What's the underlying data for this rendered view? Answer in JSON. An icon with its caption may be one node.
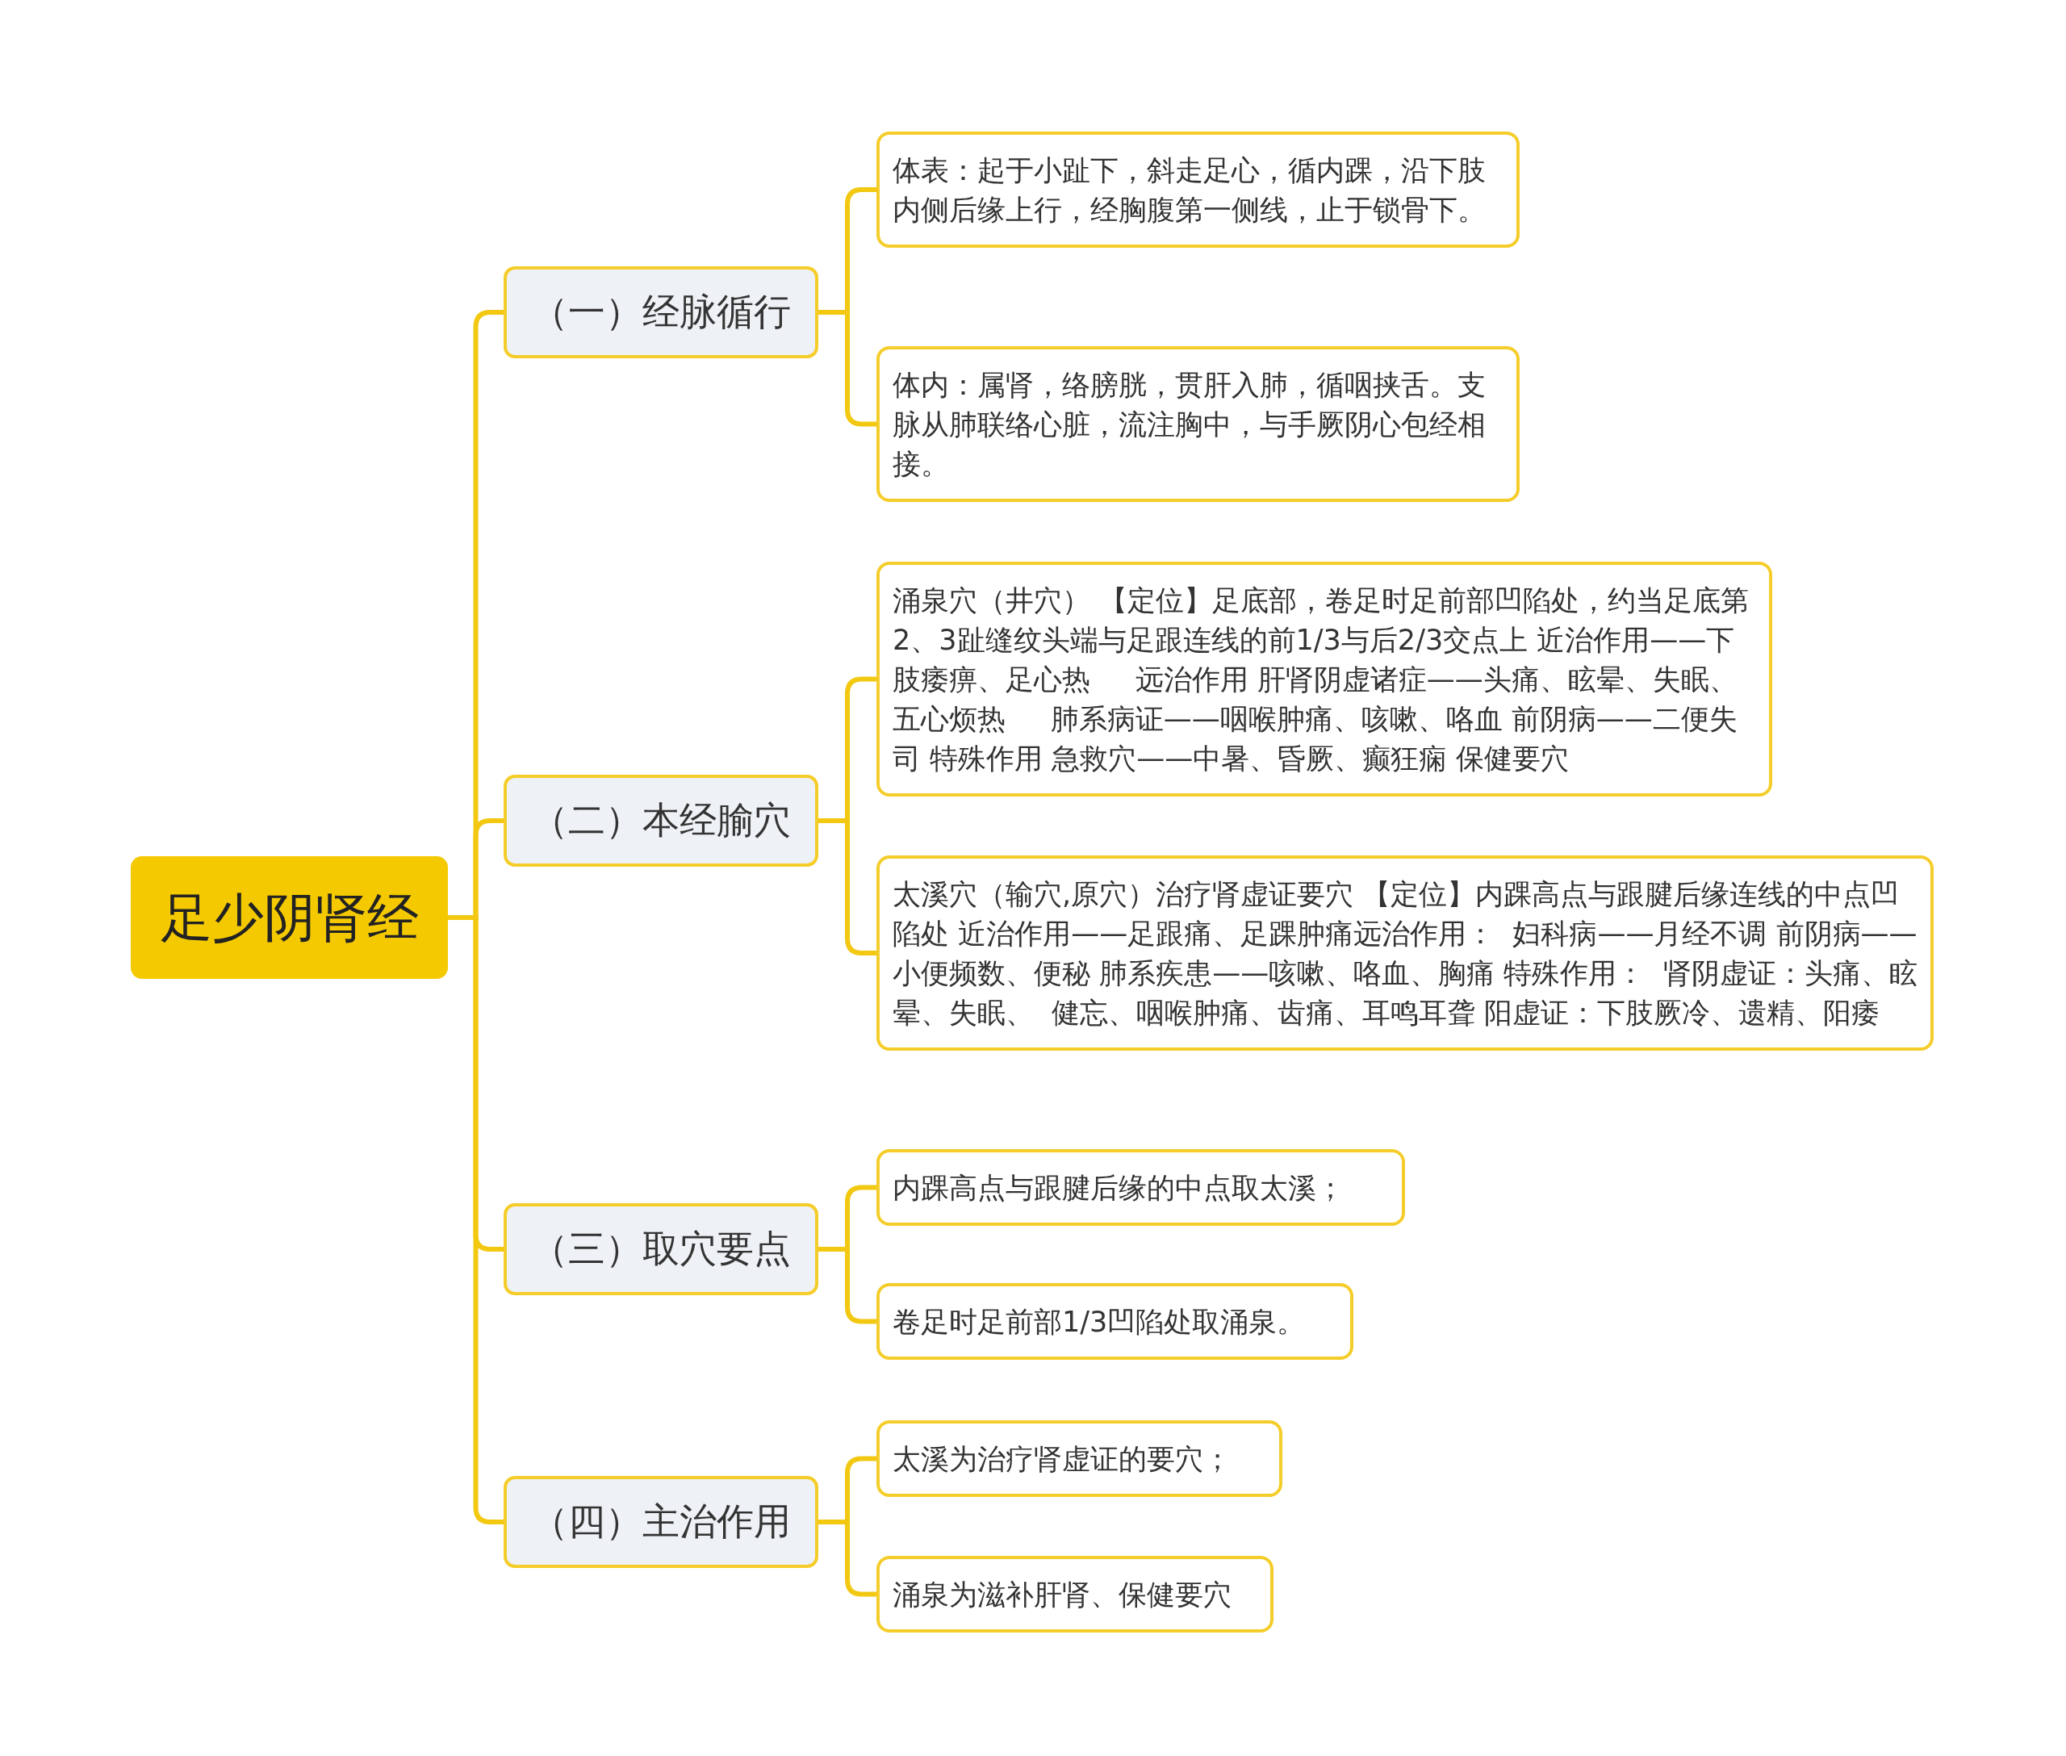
{
  "diagram": {
    "nodes": [
      {
        "text": [
          "足少阴肾经"
        ]
      },
      {
        "text": [
          "（一）经脉循行"
        ]
      },
      {
        "text": [
          "体表：起于小趾下，斜走足心，循内踝，沿下肢内侧后缘上行，经胸腹第一侧线，止于锁骨下。"
        ]
      },
      {
        "text": [
          "体内：属肾，络膀胱，贯肝入肺，循咽挟舌。支脉从肺联络心脏，流注胸中，与手厥阴心包经相接。"
        ]
      },
      {
        "text": [
          "（二）本经腧穴"
        ]
      },
      {
        "text": [
          "涌泉穴（井穴） 【定位】足底部，卷足时足前部凹陷处，约当足底第2、3趾缝纹头端与足跟连线的前1/3与后2/3交点上 近治作用——下肢痿痹、足心热     远治作用 肝肾阴虚诸症——头痛、眩晕、失眠、五心烦热     肺系病证——咽喉肿痛、咳嗽、咯血 前阴病——二便失司 特殊作用 急救穴——中暑、昏厥、癫狂痫 保健要穴"
        ]
      },
      {
        "text": [
          "太溪穴（输穴,原穴）治疗肾虚证要穴 【定位】内踝高点与跟腱后缘连线的中点凹陷处 近治作用——足跟痛、足踝肿痛远治作用：  妇科病——月经不调 前阴病——小便频数、便秘 肺系疾患——咳嗽、咯血、胸痛 特殊作用：  肾阴虚证：头痛、眩晕、失眠、  健忘、咽喉肿痛、齿痛、耳鸣耳聋 阳虚证：下肢厥冷、遗精、阳痿"
        ]
      },
      {
        "text": [
          "（三）取穴要点"
        ]
      },
      {
        "text": [
          "内踝高点与跟腱后缘的中点取太溪；"
        ]
      },
      {
        "text": [
          "卷足时足前部1/3凹陷处取涌泉。"
        ]
      },
      {
        "text": [
          "（四）主治作用"
        ]
      },
      {
        "text": [
          "太溪为治疗肾虚证的要穴；"
        ]
      },
      {
        "text": [
          "涌泉为滋补肝肾、保健要穴"
        ]
      }
    ],
    "edges": [
      {
        "from": 0,
        "to": 1,
        "arrow": "none"
      },
      {
        "from": 0,
        "to": 4,
        "arrow": "none"
      },
      {
        "from": 0,
        "to": 7,
        "arrow": "none"
      },
      {
        "from": 0,
        "to": 10,
        "arrow": "none"
      },
      {
        "from": 1,
        "to": 2,
        "arrow": "none"
      },
      {
        "from": 1,
        "to": 3,
        "arrow": "none"
      },
      {
        "from": 4,
        "to": 5,
        "arrow": "none"
      },
      {
        "from": 4,
        "to": 6,
        "arrow": "none"
      },
      {
        "from": 7,
        "to": 8,
        "arrow": "none"
      },
      {
        "from": 7,
        "to": 9,
        "arrow": "none"
      },
      {
        "from": 10,
        "to": 11,
        "arrow": "none"
      },
      {
        "from": 10,
        "to": 12,
        "arrow": "none"
      }
    ]
  }
}
